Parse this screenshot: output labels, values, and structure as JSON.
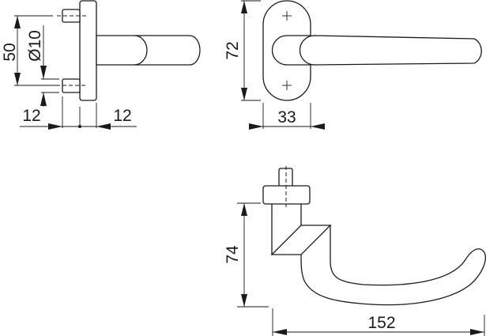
{
  "drawing": {
    "side_view": {
      "dim_spacing": "50",
      "dim_diameter": "Ø10",
      "dim_left": "12",
      "dim_right": "12"
    },
    "front_view": {
      "dim_height": "72",
      "dim_width": "33"
    },
    "top_view": {
      "dim_height": "74",
      "dim_length": "152"
    }
  }
}
